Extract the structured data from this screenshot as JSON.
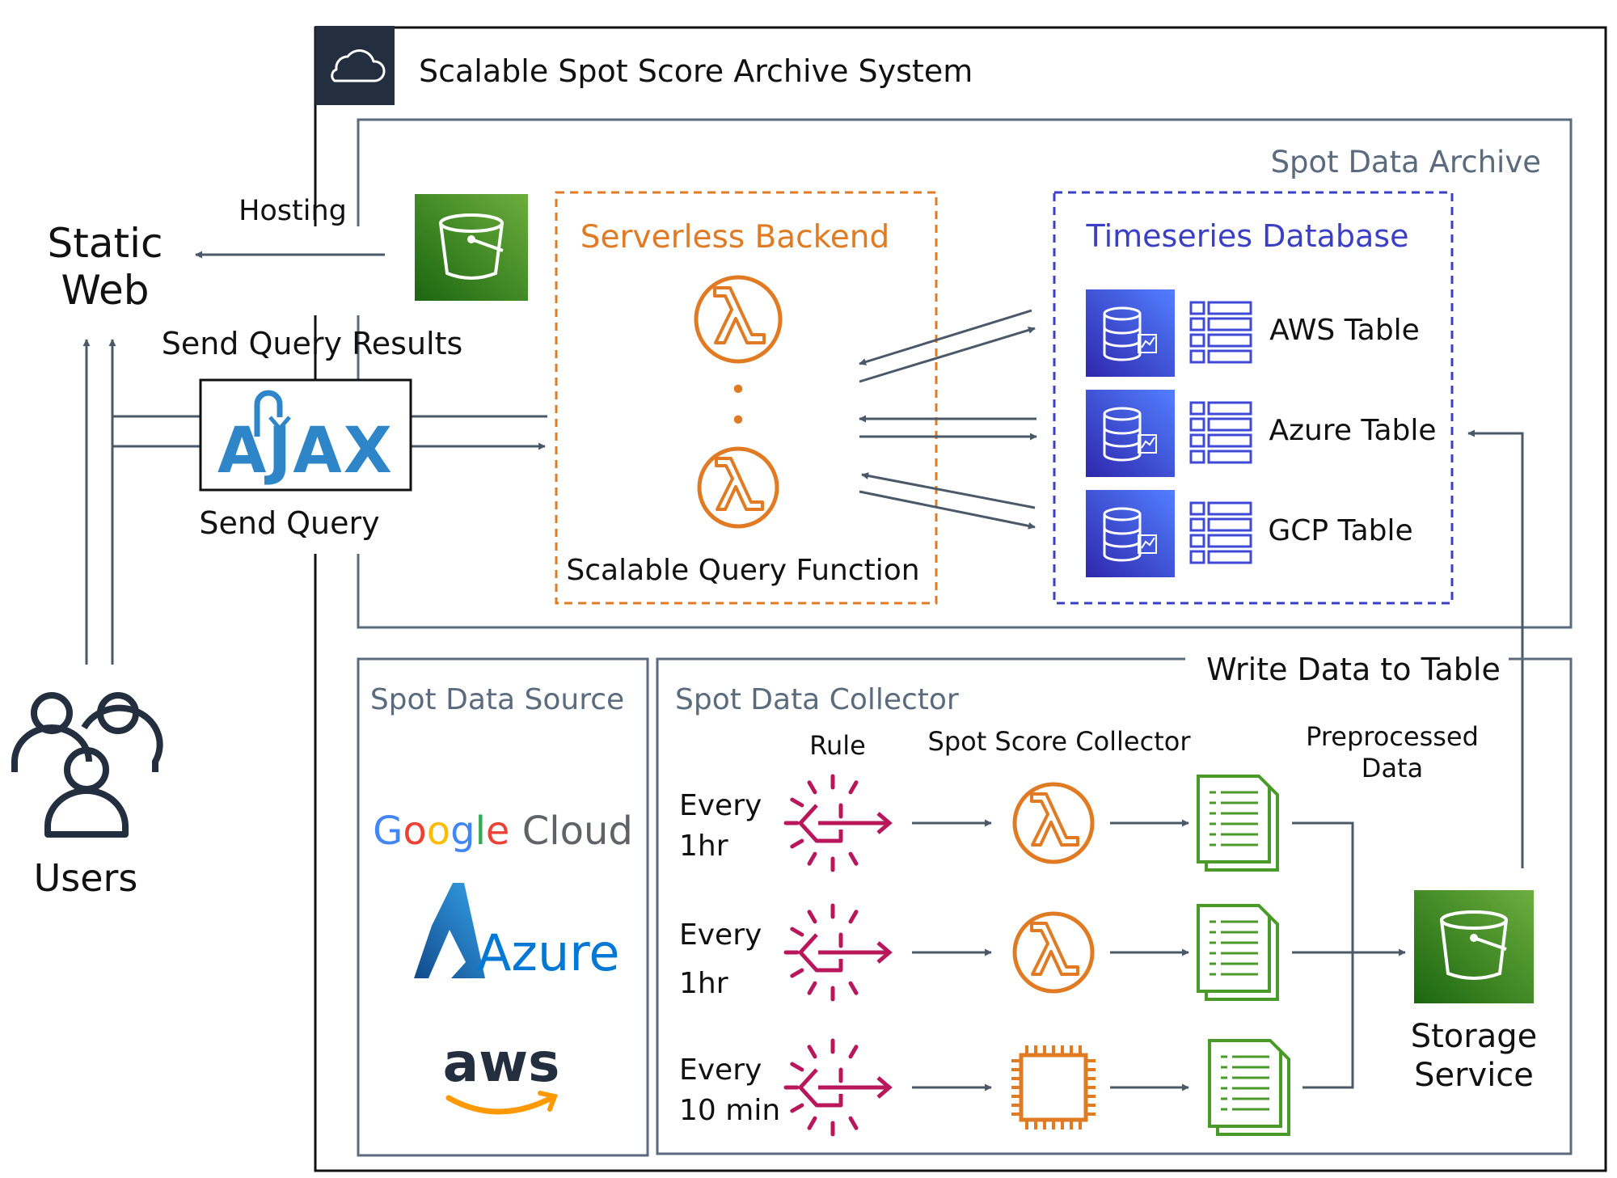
{
  "system_title": "Scalable Spot Score Archive System",
  "static_web": {
    "line1": "Static",
    "line2": "Web"
  },
  "users_label": "Users",
  "hosting_label": "Hosting",
  "send_query_results_label": "Send Query Results",
  "send_query_label": "Send Query",
  "ajax_logo_text": "AJAX",
  "spot_data_archive_title": "Spot Data Archive",
  "serverless_backend_title": "Serverless Backend",
  "lambda_dots": "•",
  "scalable_query_function_label": "Scalable Query Function",
  "timeseries_database": {
    "title": "Timeseries Database",
    "tables": [
      "AWS Table",
      "Azure Table",
      "GCP Table"
    ]
  },
  "write_data_label": "Write Data to Table",
  "spot_data_source": {
    "title": "Spot Data Source",
    "providers": {
      "google": "Google Cloud",
      "azure": "Azure",
      "aws": "aws"
    }
  },
  "spot_data_collector": {
    "title": "Spot Data Collector",
    "rule_header": "Rule",
    "collector_header": "Spot Score Collector",
    "preprocessed_line1": "Preprocessed",
    "preprocessed_line2": "Data",
    "rows": [
      {
        "line1": "Every",
        "line2": "1hr"
      },
      {
        "line1": "Every",
        "line2": "1hr"
      },
      {
        "line1": "Every",
        "line2": "10 min"
      }
    ]
  },
  "storage_service": {
    "line1": "Storage",
    "line2": "Service"
  },
  "colors": {
    "dark": "#232f3e",
    "frame": "#5a6b7d",
    "arrow": "#4a5868",
    "orange": "#e07b24",
    "purple": "#3b3fc4",
    "s3_green": "#3f8624",
    "doc_green": "#4a9a2a",
    "rule_pink": "#b8175c",
    "db_blue": "#3f49d8",
    "ajax_blue": "#2e86c8"
  }
}
